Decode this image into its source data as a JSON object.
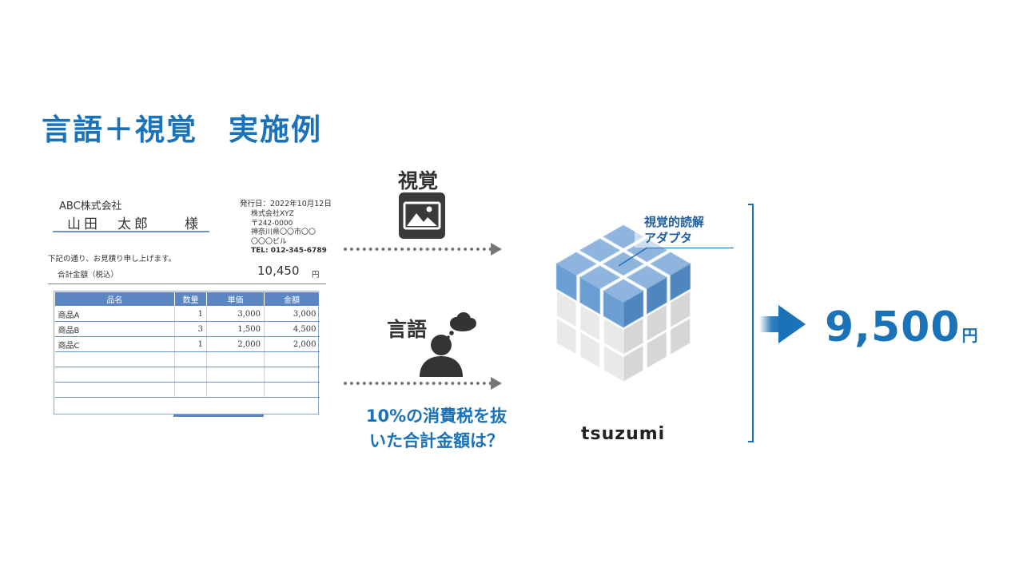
{
  "title": "言語＋視覚　実施例",
  "document": {
    "company": "ABC株式会社",
    "recipient": "山田　太郎　　様",
    "issue_date": "発行日：2022年10月12日",
    "issuer_lines": [
      "株式会社XYZ",
      "〒242-0000",
      "神奈川県〇〇市〇〇",
      "〇〇〇ビル",
      "TEL: 012-345-6789"
    ],
    "intro": "下記の通り、お見積り申し上げます。",
    "total_label": "合計金額（税込）",
    "total_value": "10,450",
    "total_unit": "円",
    "table_headers": [
      "品名",
      "数量",
      "単価",
      "金額"
    ],
    "rows": [
      [
        "商品A",
        "1",
        "3,000",
        "3,000"
      ],
      [
        "商品B",
        "3",
        "1,500",
        "4,500"
      ],
      [
        "商品C",
        "1",
        "2,000",
        "2,000"
      ],
      [
        "",
        "",
        "",
        ""
      ],
      [
        "",
        "",
        "",
        ""
      ],
      [
        "",
        "",
        "",
        ""
      ]
    ]
  },
  "vision_label": "視覚",
  "language_label": "言語",
  "question_lines": [
    "10%の消費税を抜",
    "いた合計金額は？"
  ],
  "adapter_lines": [
    "視覚的読解",
    "アダプタ"
  ],
  "model_name": "tsuzumi",
  "result_value": "9,500",
  "result_unit": "円",
  "icons": [
    "image-icon",
    "person-thinking-icon",
    "cube-icon",
    "arrow-right-icon"
  ],
  "colors": {
    "accent": "#1a72b8",
    "table_header": "#5b86c2",
    "cube_blue": "#7aa8d6",
    "cube_gray": "#e6e6e6"
  }
}
